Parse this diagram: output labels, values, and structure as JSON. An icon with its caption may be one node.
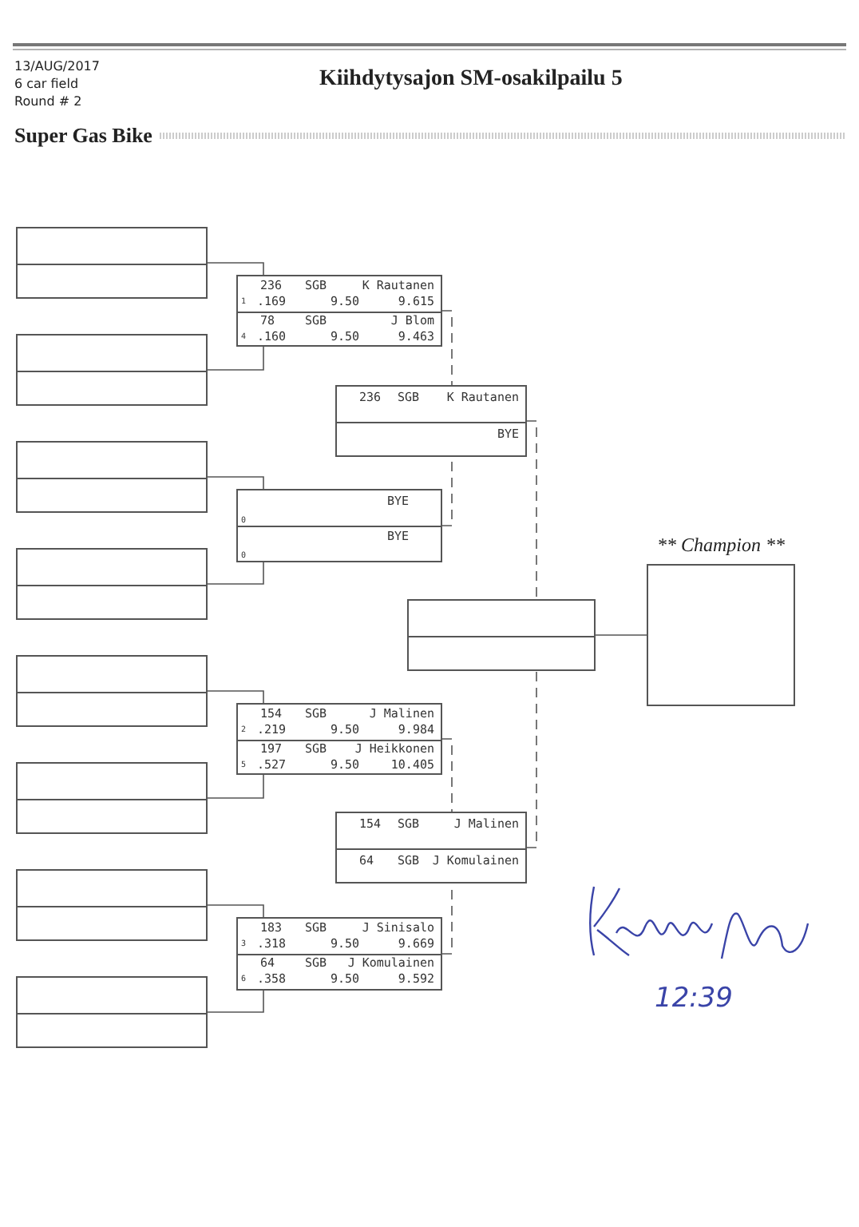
{
  "diagram": {
    "title": "Kiihdytysajon SM-osakilpailu 5",
    "nodes": [
      {
        "text": [],
        "shape": "box"
      },
      {
        "text": [],
        "shape": "box"
      },
      {
        "text": [],
        "shape": "box"
      },
      {
        "text": [],
        "shape": "box"
      },
      {
        "text": [],
        "shape": "box"
      },
      {
        "text": [],
        "shape": "box"
      },
      {
        "text": [],
        "shape": "box"
      },
      {
        "text": [],
        "shape": "box"
      },
      {
        "text": [
          "236",
          "SGB",
          "K Rautanen",
          "1",
          ".169",
          "9.50",
          "9.615",
          "78",
          "SGB",
          "J Blom",
          "4",
          ".160",
          "9.50",
          "9.463"
        ]
      },
      {
        "text": [
          "BYE",
          "0",
          "BYE",
          "0"
        ]
      },
      {
        "text": [
          "154",
          "SGB",
          "J Malinen",
          "2",
          ".219",
          "9.50",
          "9.984",
          "197",
          "SGB",
          "J Heikkonen",
          "5",
          ".527",
          "9.50",
          "10.405"
        ]
      },
      {
        "text": [
          "183",
          "SGB",
          "J Sinisalo",
          "3",
          ".318",
          "9.50",
          "9.669",
          "64",
          "SGB",
          "J Komulainen",
          "6",
          ".358",
          "9.50",
          "9.592"
        ]
      },
      {
        "text": [
          "236",
          "SGB",
          "K Rautanen",
          "BYE"
        ]
      },
      {
        "text": [
          "154",
          "SGB",
          "J Malinen",
          "64",
          "SGB",
          "J Komulainen"
        ]
      },
      {
        "text": [],
        "shape": "box"
      },
      {
        "text": [
          "** Champion **"
        ]
      }
    ],
    "edges": [
      {
        "from": 0,
        "to": 8,
        "arrow": "none"
      },
      {
        "from": 1,
        "to": 8,
        "arrow": "none"
      },
      {
        "from": 2,
        "to": 9,
        "arrow": "none"
      },
      {
        "from": 3,
        "to": 9,
        "arrow": "none"
      },
      {
        "from": 4,
        "to": 10,
        "arrow": "none"
      },
      {
        "from": 5,
        "to": 10,
        "arrow": "none"
      },
      {
        "from": 6,
        "to": 11,
        "arrow": "none"
      },
      {
        "from": 7,
        "to": 11,
        "arrow": "none"
      },
      {
        "from": 8,
        "to": 12,
        "arrow": "none",
        "style": "dashed"
      },
      {
        "from": 9,
        "to": 12,
        "arrow": "none",
        "style": "dashed"
      },
      {
        "from": 10,
        "to": 13,
        "arrow": "none",
        "style": "dashed"
      },
      {
        "from": 11,
        "to": 13,
        "arrow": "none",
        "style": "dashed"
      },
      {
        "from": 12,
        "to": 14,
        "arrow": "none",
        "style": "dashed"
      },
      {
        "from": 13,
        "to": 14,
        "arrow": "none",
        "style": "dashed"
      },
      {
        "from": 14,
        "to": 15,
        "arrow": "none"
      }
    ],
    "labels": [
      "13/AUG/2017",
      "6 car field",
      "Round # 2",
      "Super Gas Bike",
      "12:39"
    ]
  }
}
